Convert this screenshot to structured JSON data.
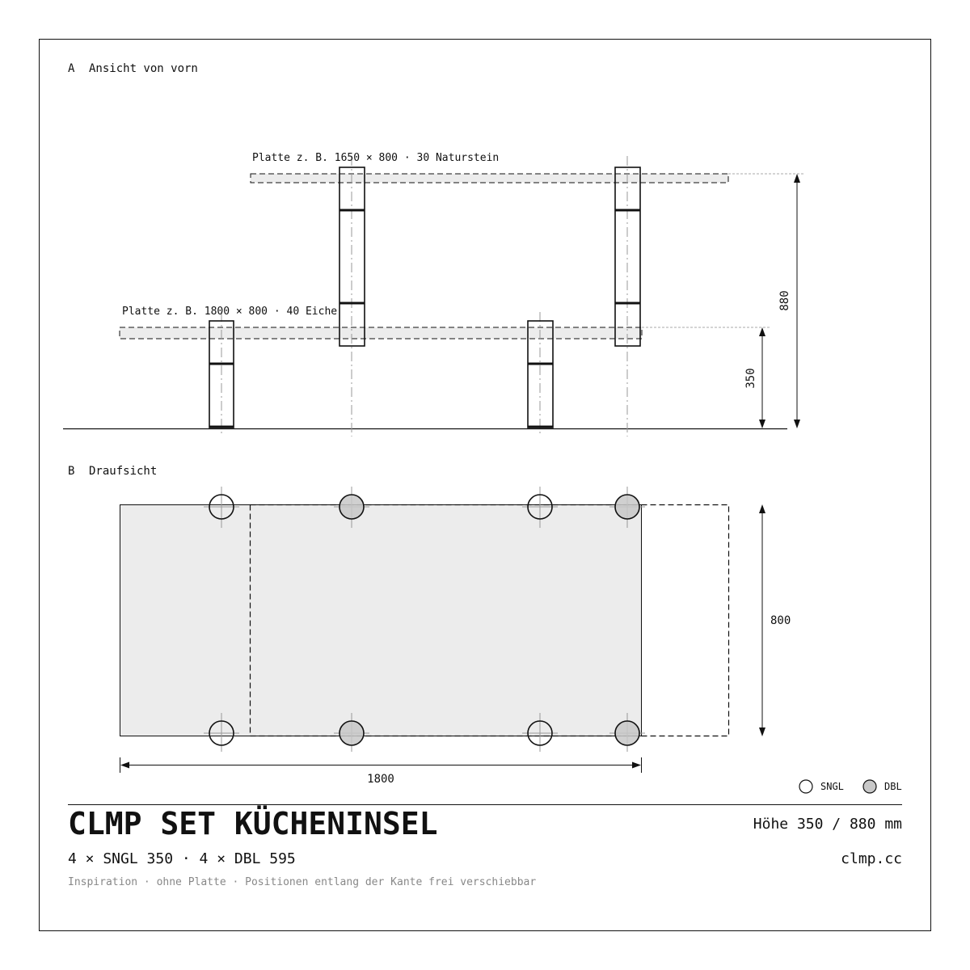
{
  "section_front": {
    "letter": "A",
    "title": "Ansicht von vorn"
  },
  "section_top": {
    "letter": "B",
    "title": "Draufsicht"
  },
  "upper_plate_label": "Platte z. B. 1650 × 800 · 30 Naturstein",
  "lower_plate_label": "Platte z. B. 1800 × 800 · 40 Eiche",
  "dimensions": {
    "height_low": "350",
    "height_high": "880",
    "depth": "800",
    "length": "1800"
  },
  "legend": [
    {
      "key": "sngl",
      "label": "SNGL",
      "fill": "#ffffff"
    },
    {
      "key": "dbl",
      "label": "DBL",
      "fill": "#c8c8c8"
    }
  ],
  "footer": {
    "title": "CLMP SET KÜCHENINSEL",
    "height_info": "Höhe 350 / 880 mm",
    "components": "4 × SNGL 350 · 4 × DBL 595",
    "website": "clmp.cc",
    "note": "Inspiration · ohne Platte · Positionen entlang der Kante frei verschiebbar"
  },
  "colors": {
    "line": "#111111",
    "plate_fill": "#ececec",
    "dbl_fill": "#c8c8c8",
    "note_text": "#888888"
  }
}
